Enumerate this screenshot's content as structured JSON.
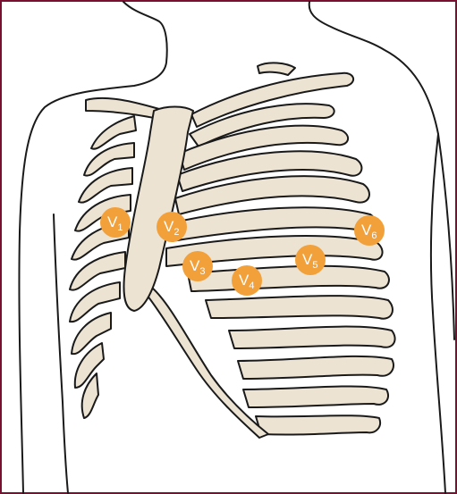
{
  "colors": {
    "frame": "#7a1030",
    "bone": "#ece3d3",
    "outline": "#1a1a1a",
    "electrode": "#f2a03a"
  },
  "electrodes": [
    {
      "letter": "V",
      "sub": "1"
    },
    {
      "letter": "V",
      "sub": "2"
    },
    {
      "letter": "V",
      "sub": "3"
    },
    {
      "letter": "V",
      "sub": "4"
    },
    {
      "letter": "V",
      "sub": "5"
    },
    {
      "letter": "V",
      "sub": "6"
    }
  ]
}
